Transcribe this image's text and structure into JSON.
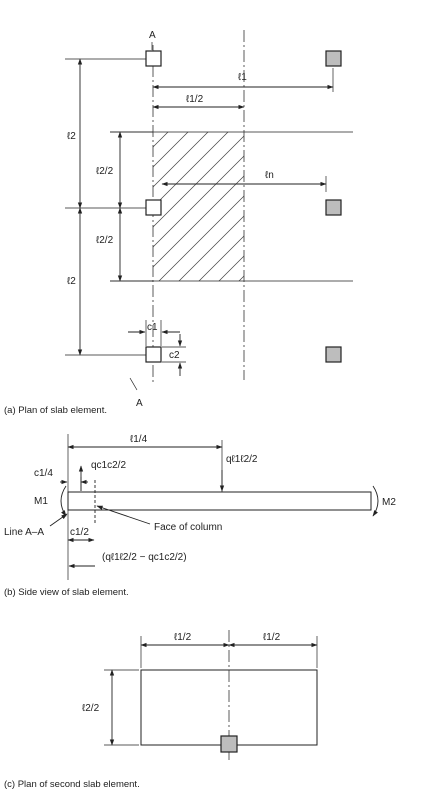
{
  "plan": {
    "section_label": "A",
    "section_label_bottom": "A",
    "dim_l1": "ℓ1",
    "dim_l1_half": "ℓ1/2",
    "dim_ln": "ℓn",
    "dim_l2_top": "ℓ2",
    "dim_l2_half_top": "ℓ2/2",
    "dim_l2_half_bottom": "ℓ2/2",
    "dim_l2_bottom": "ℓ2",
    "dim_c1": "c1",
    "dim_c2": "c2",
    "caption": "(a)  Plan of slab element."
  },
  "side": {
    "dim_l1_quarter": "ℓ1/4",
    "load_point": "qℓ1ℓ2/2",
    "dim_c1_quarter": "c1/4",
    "load_column": "qc1c2/2",
    "moment_left": "M1",
    "moment_right": "M2",
    "line_label": "Line A–A",
    "face_label": "Face of column",
    "dim_c1_half": "c1/2",
    "formula": "(qℓ1ℓ2/2 − qc1c2/2)",
    "caption": "(b)  Side view of slab element."
  },
  "second": {
    "dim_l1_half_left": "ℓ1/2",
    "dim_l1_half_right": "ℓ1/2",
    "dim_l2_half": "ℓ2/2",
    "caption": "(c)  Plan of second slab element."
  }
}
